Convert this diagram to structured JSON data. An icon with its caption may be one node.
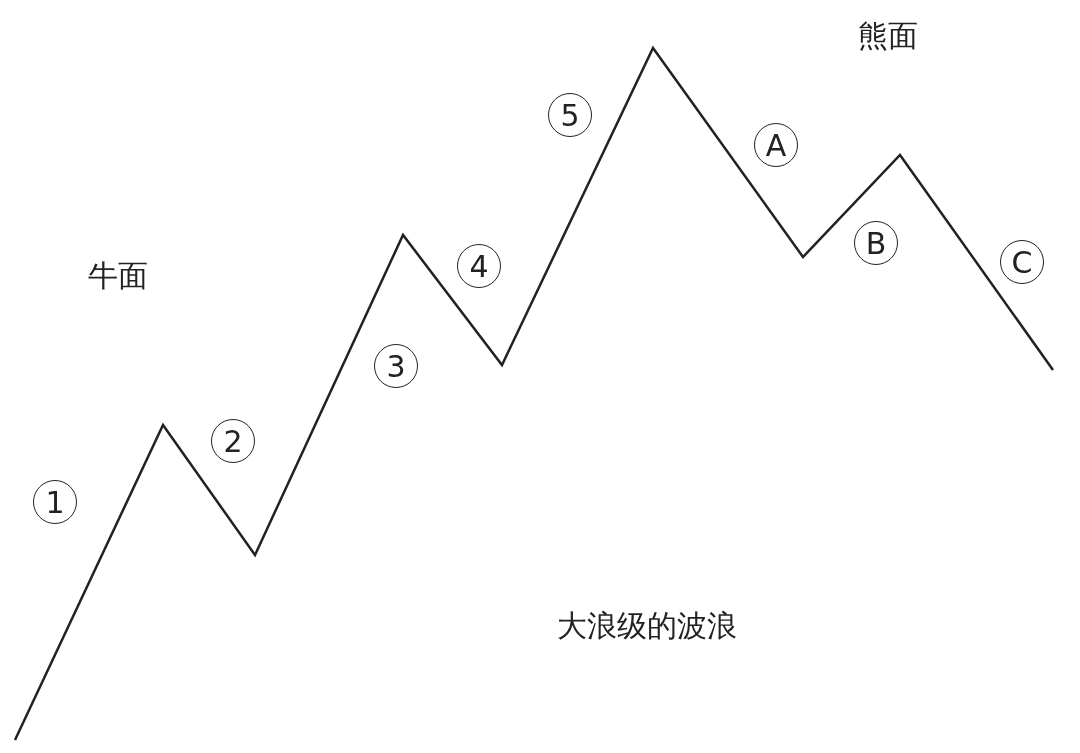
{
  "diagram": {
    "nodes": [
      {
        "text": [
          "5"
        ]
      },
      {
        "text": [
          "A"
        ]
      },
      {
        "text": [
          "4"
        ]
      },
      {
        "text": [
          "B"
        ]
      },
      {
        "text": [
          "C"
        ]
      },
      {
        "text": [
          "3"
        ]
      },
      {
        "text": [
          "2"
        ]
      },
      {
        "text": [
          "1"
        ]
      }
    ],
    "labels": [
      "熊面",
      "牛面",
      "大浪级的波浪"
    ]
  }
}
